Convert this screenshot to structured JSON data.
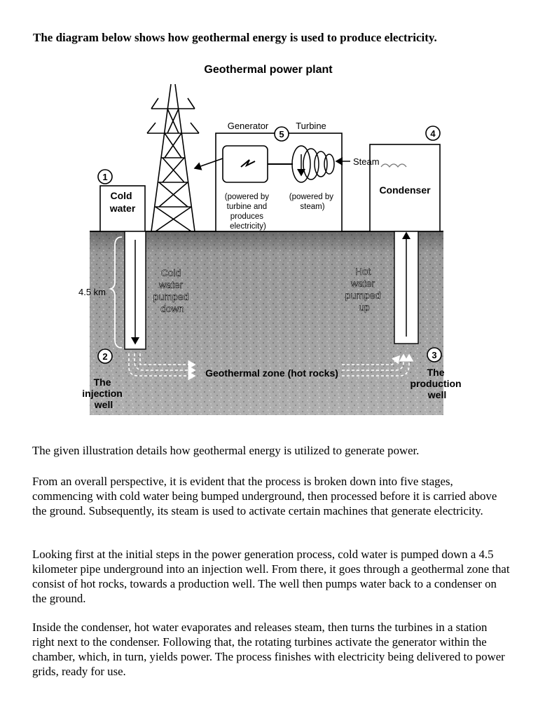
{
  "document": {
    "heading": "The diagram below shows how geothermal energy is used to produce electricity.",
    "paragraphs": [
      "The given illustration details how geothermal energy is utilized to generate power.",
      "From an overall perspective, it is evident that the process is broken down into five stages, commencing with cold water being bumped underground, then processed before it is carried above the ground. Subsequently, its steam is used to activate certain machines that generate electricity.",
      "Looking first at the initial steps in the power generation process, cold water is pumped down a 4.5 kilometer pipe underground into an injection well. From there, it goes through a geothermal zone that consist of hot rocks, towards a production well. The well then pumps water back to a condenser on the ground.",
      "Inside the condenser, hot water evaporates and releases steam, then turns the turbines in a station right next to the condenser. Following that, the rotating turbines activate the generator within the chamber, which, in turn, yields power. The process finishes with electricity being delivered to power grids, ready for use."
    ]
  },
  "diagram": {
    "title": "Geothermal power plant",
    "step_numbers": [
      "1",
      "2",
      "3",
      "4",
      "5"
    ],
    "cold_water": [
      "Cold",
      "water"
    ],
    "generator": "Generator",
    "turbine": "Turbine",
    "steam": "Steam",
    "condenser": "Condenser",
    "generator_note": [
      "(powered by",
      "turbine and",
      "produces",
      "electricity)"
    ],
    "turbine_note": [
      "(powered by",
      "steam)"
    ],
    "depth": "4.5 km",
    "cold_pumped": [
      "Cold",
      "water",
      "pumped",
      "down"
    ],
    "hot_pumped": [
      "Hot",
      "water",
      "pumped",
      "up"
    ],
    "geothermal_zone": "Geothermal zone (hot rocks)",
    "injection_well": [
      "The",
      "injection",
      "well"
    ],
    "production_well": [
      "The",
      "production",
      "well"
    ]
  },
  "colors": {
    "ground": "#9a9a9a",
    "ground_dark": "#6f6f6f",
    "ink": "#000000"
  }
}
